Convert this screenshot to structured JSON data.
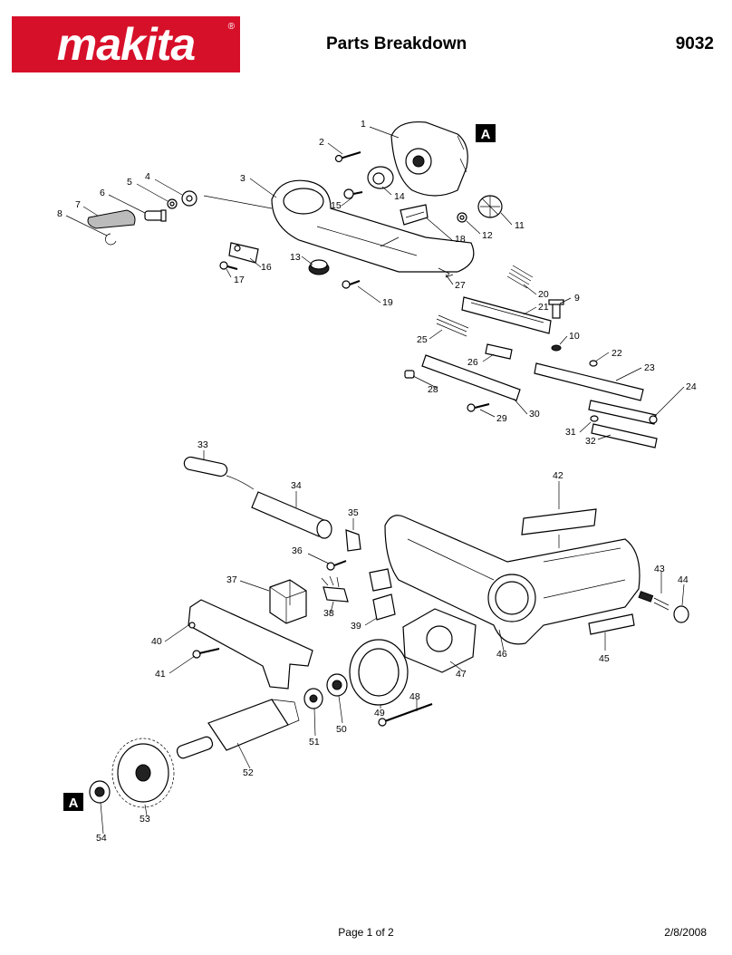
{
  "header": {
    "brand": "makita",
    "registered": "®",
    "title": "Parts Breakdown",
    "model": "9032"
  },
  "footer": {
    "page": "Page 1 of 2",
    "date": "2/8/2008"
  },
  "ref_marker": "A",
  "parts": [
    "1",
    "2",
    "3",
    "4",
    "5",
    "6",
    "7",
    "8",
    "9",
    "10",
    "11",
    "12",
    "13",
    "14",
    "15",
    "16",
    "17",
    "18",
    "19",
    "20",
    "21",
    "22",
    "23",
    "24",
    "25",
    "26",
    "27",
    "28",
    "29",
    "30",
    "31",
    "32",
    "33",
    "34",
    "35",
    "36",
    "37",
    "38",
    "39",
    "40",
    "41",
    "42",
    "43",
    "44",
    "45",
    "46",
    "47",
    "48",
    "49",
    "50",
    "51",
    "52",
    "53",
    "54"
  ],
  "colors": {
    "brand": "#d7102a",
    "line": "#000000"
  }
}
